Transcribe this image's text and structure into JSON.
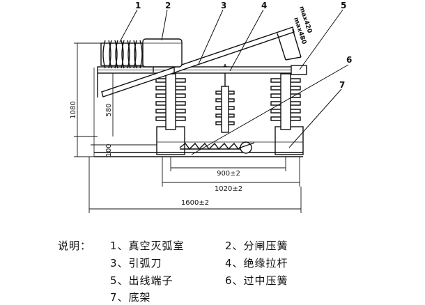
{
  "callouts": [
    "1",
    "2",
    "3",
    "4",
    "5",
    "6",
    "7"
  ],
  "dimensions": {
    "height_total": "1080",
    "height_insulator": "580",
    "height_base": "100",
    "span_inner": "900±2",
    "span_middle": "1020±2",
    "span_outer": "1600±2",
    "stroke_max_a": "max420",
    "stroke_max_b": "max480"
  },
  "legend": {
    "heading": "说明：",
    "items": [
      "1、真空灭弧室",
      "2、分闸压簧",
      "3、引弧刀",
      "4、绝缘拉杆",
      "5、出线端子",
      "6、过中压簧",
      "7、底架"
    ]
  }
}
